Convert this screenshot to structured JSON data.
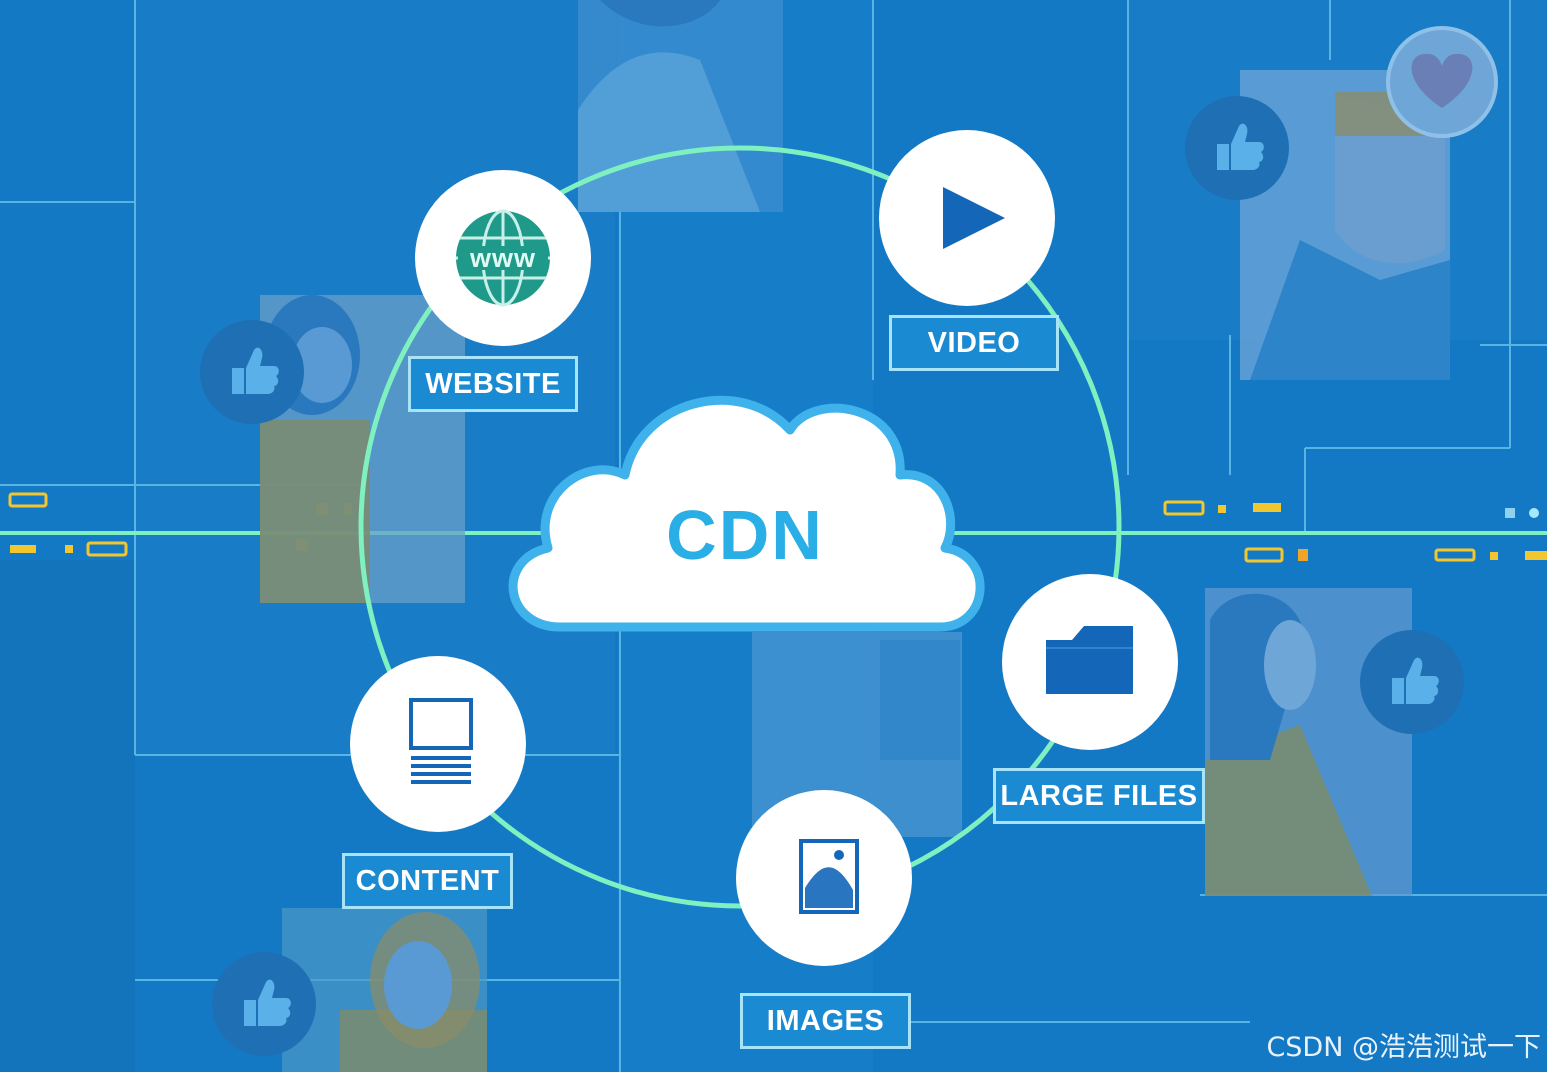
{
  "center": {
    "label": "CDN"
  },
  "nodes": [
    {
      "id": "website",
      "label": "WEBSITE",
      "icon": "globe-www-icon"
    },
    {
      "id": "video",
      "label": "VIDEO",
      "icon": "play-icon"
    },
    {
      "id": "large_files",
      "label": "LARGE FILES",
      "icon": "folder-icon"
    },
    {
      "id": "images",
      "label": "IMAGES",
      "icon": "image-icon"
    },
    {
      "id": "content",
      "label": "CONTENT",
      "icon": "document-icon"
    }
  ],
  "globe_text": "www",
  "watermark": "CSDN @浩浩测试一下",
  "colors": {
    "background": "#1479c4",
    "ring": "#7ff0c0",
    "cloud_outline": "#3fb2ec",
    "cdn_text": "#2aaee6",
    "icon_blue": "#1366b8",
    "label_fill": "#1a8ad2",
    "label_border": "#a8e4f8",
    "accent_yellow": "#f2c62f"
  }
}
